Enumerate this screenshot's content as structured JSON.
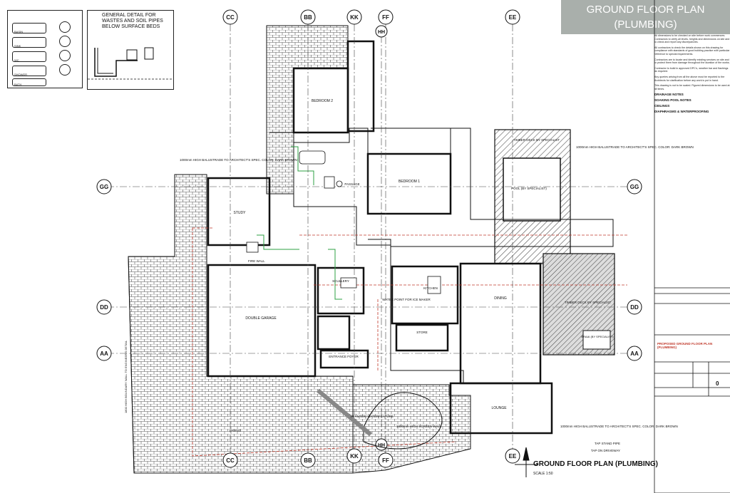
{
  "title": {
    "line1": "GROUND FLOOR PLAN",
    "line2": "(PLUMBING)"
  },
  "detail_box": {
    "text": "GENERAL DETAIL FOR WASTES AND SOIL PIPES BELOW SURFACE BEDS"
  },
  "legend": {
    "items": [
      "BASIN",
      "SINK",
      "WC",
      "SHOWER",
      "BATH"
    ]
  },
  "grid_lines": {
    "vertical": [
      "CC",
      "BB",
      "KK",
      "FF",
      "HH",
      "EE"
    ],
    "horizontal": [
      "GG",
      "DD",
      "AA"
    ]
  },
  "rooms": {
    "bedroom2": "BEDROOM 2",
    "bedroom1": "BEDROOM 1",
    "pool": "POOL (BY SPECIALIST)",
    "study": "STUDY",
    "double_garage": "DOUBLE GARAGE",
    "scullery": "SCULLERY",
    "kitchen": "KITCHEN",
    "water_point": "WATER POINT FOR ICE MAKER",
    "dining": "DINING",
    "lounge": "LOUNGE",
    "passage": "PASSAGE",
    "store": "STORE",
    "entrance": "ENTRANCE FOYER",
    "planter": "PLANTER/ WATERFEATURE",
    "braai": "BRAAI (BY SPECIALIST)",
    "paving": "PAVING"
  },
  "annotations": {
    "balustrade": "1000mm HIGH BALUSTRADE TO ARCHITECT'S SPEC. COLOR: DARK BROWN",
    "fire_wall": "FIRE WALL",
    "boundary_wall": "1800 HIGH BOUNDARY WALL TO ENGINEER'S DETAIL",
    "screen_wall": "1800mm HIGH SCREEN WALL",
    "tap_stand": "TAP STAND PIPE",
    "tap_driveway": "TAP ON DRIVEWAY",
    "timber_deck": "TIMBER DECK BY SPECIALIST"
  },
  "plan_label": {
    "title": "GROUND FLOOR PLAN (PLUMBING)",
    "scale": "SCALE 1:50"
  },
  "notes": [
    "All dimensions to be checked on site before work commences. Contractors to verify all levels, heights and dimensions on site and to check and report any discrepancies.",
    "All contractors to check the details shown on this drawing for compliance with standards of good building practice with particular reference to special requirements.",
    "Contractors are to locate and identify existing services on site and to protect them from damage throughout the duration of the works.",
    "Contractor to build in approved DPC's, weather bar and flashings as required.",
    "Any queries arising from all the above must be reported to the Architects for clarification before any work is put in hand.",
    "This drawing is not to be scaled. Figured dimensions to be used at all times."
  ],
  "notes_headings": [
    "DRAINAGE NOTES",
    "SOAKING POOL NOTES",
    "CEILINGS",
    "DIAPHRAGMS & WATERPROOFING"
  ],
  "title_block": {
    "project": "PROPOSED GROUND FLOOR PLAN (PLUMBING)",
    "sheet": "0"
  }
}
